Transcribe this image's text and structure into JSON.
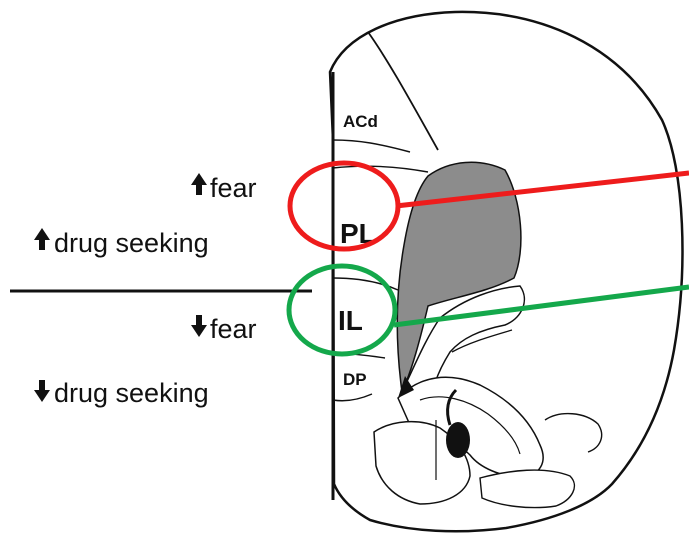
{
  "labels": {
    "increase_fear": "fear",
    "increase_drug_seeking": "drug seeking",
    "decrease_fear": "fear",
    "decrease_drug_seeking": "drug seeking"
  },
  "regions": {
    "acd": "ACd",
    "pl": "PL",
    "il": "IL",
    "dp": "DP"
  },
  "colors": {
    "pl_highlight": "#ee1c1c",
    "il_highlight": "#14a84b",
    "striatum_fill": "#8c8c8c",
    "ventricle_fill": "#111111",
    "line": "#111111"
  },
  "icons": {
    "up_arrow": "arrow-up-icon",
    "down_arrow": "arrow-down-icon"
  }
}
